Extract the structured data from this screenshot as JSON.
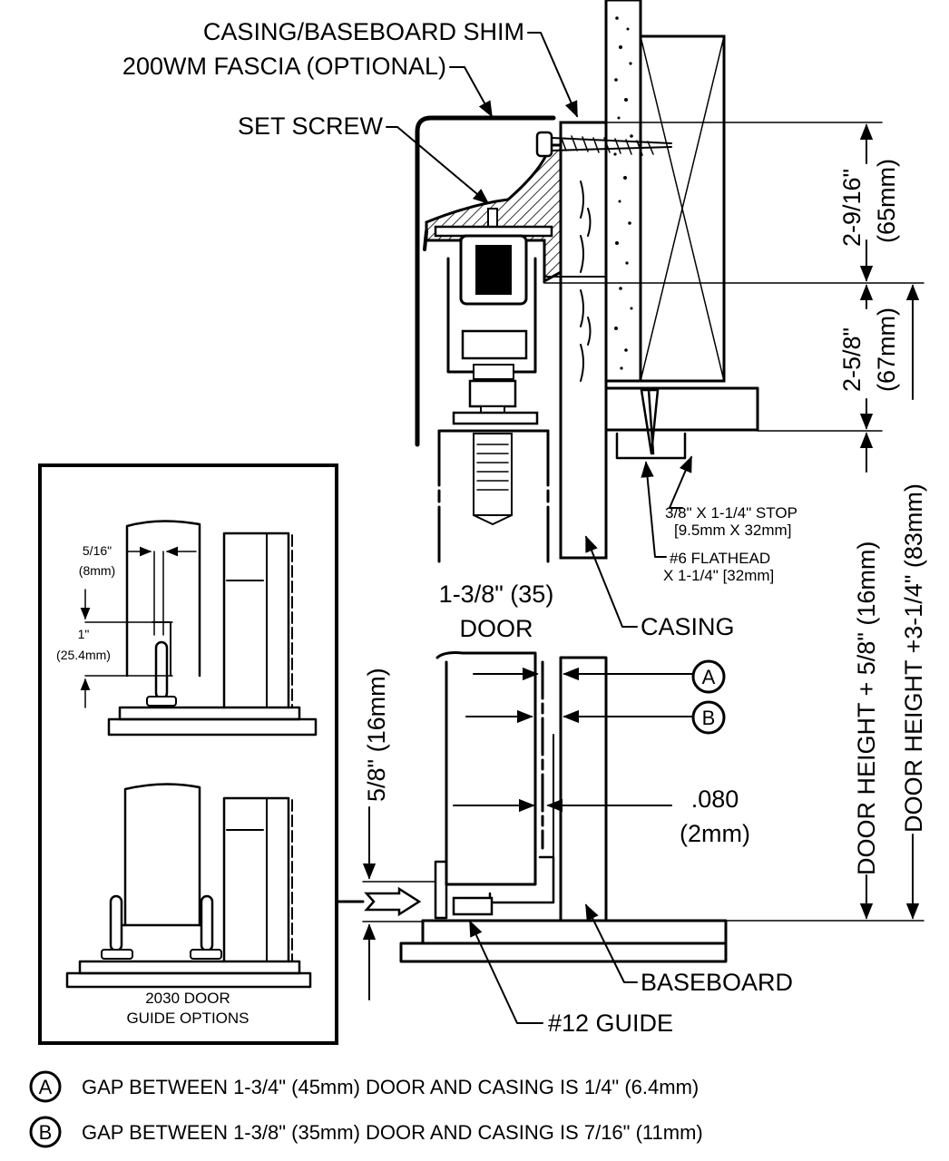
{
  "labels": {
    "casing_shim": "CASING/BASEBOARD SHIM",
    "fascia": "200WM FASCIA (OPTIONAL)",
    "set_screw": "SET SCREW",
    "dim_upper": "2-9/16\"",
    "dim_upper_mm": "(65mm)",
    "dim_lower": "2-5/8\"",
    "dim_lower_mm": "(67mm)",
    "stop_line1": "3/8\" X 1-1/4\" STOP",
    "stop_line2": "[9.5mm X 32mm]",
    "flathead_line1": "#6 FLATHEAD",
    "flathead_line2": "X 1-1/4\" [32mm]",
    "door_size": "1-3/8\" (35)",
    "door": "DOOR",
    "casing": "CASING",
    "gap_dim": ".080",
    "gap_dim_mm": "(2mm)",
    "baseboard": "BASEBOARD",
    "guide": "#12 GUIDE",
    "five_eighths": "5/8\" (16mm)",
    "door_height_58": "DOOR HEIGHT + 5/8\" (16mm)",
    "door_height_314": "DOOR HEIGHT +3-1/4\" (83mm)",
    "marker_a": "A",
    "marker_b": "B"
  },
  "inset": {
    "dim_516": "5/16\"",
    "dim_516_mm": "(8mm)",
    "dim_1": "1\"",
    "dim_1_mm": "(25.4mm)",
    "caption_line1": "2030 DOOR",
    "caption_line2": "GUIDE OPTIONS"
  },
  "notes": [
    {
      "marker": "A",
      "text": "GAP BETWEEN 1-3/4\" (45mm) DOOR AND CASING IS 1/4\" (6.4mm)"
    },
    {
      "marker": "B",
      "text": "GAP BETWEEN 1-3/8\" (35mm) DOOR AND CASING IS 7/16\" (11mm)"
    }
  ]
}
